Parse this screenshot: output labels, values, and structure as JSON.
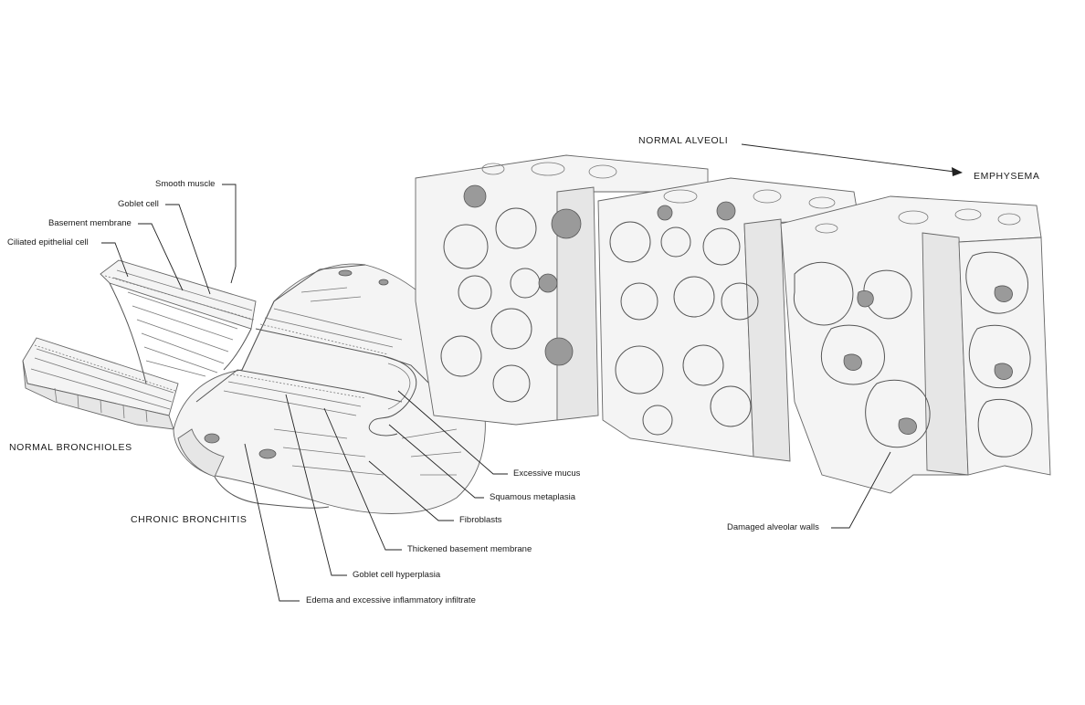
{
  "captions": {
    "normal_bronchioles": "NORMAL BRONCHIOLES",
    "chronic_bronchitis": "CHRONIC BRONCHITIS",
    "normal_alveoli": "NORMAL ALVEOLI",
    "emphysema": "EMPHYSEMA"
  },
  "labels": {
    "smooth_muscle": "Smooth muscle",
    "goblet_cell": "Goblet cell",
    "basement_membrane": "Basement membrane",
    "ciliated_epithelial_cell": "Ciliated epithelial cell",
    "excessive_mucus": "Excessive mucus",
    "squamous_metaplasia": "Squamous metaplasia",
    "fibroblasts": "Fibroblasts",
    "thickened_basement_membrane": "Thickened basement membrane",
    "goblet_cell_hyperplasia": "Goblet cell hyperplasia",
    "edema_infiltrate": "Edema and excessive inflammatory infiltrate",
    "damaged_alveolar_walls": "Damaged alveolar walls"
  }
}
